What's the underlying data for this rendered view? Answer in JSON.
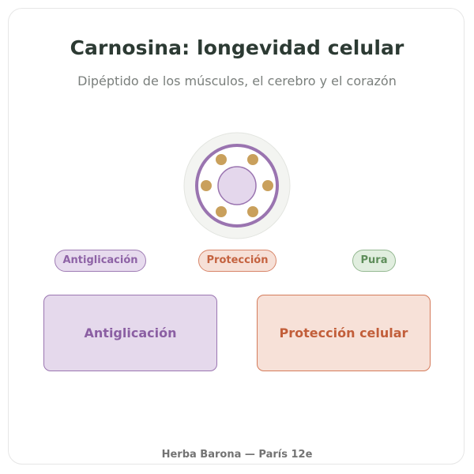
{
  "header": {
    "title": "Carnosina: longevidad celular",
    "subtitle": "Dipéptido de los músculos, el cerebro y el corazón"
  },
  "emblem": {
    "icon": "molecule-ring-icon",
    "colors": {
      "outer_halo": "#f3f4f1",
      "ring": "#9a74b0",
      "core": "#e4d7ec",
      "dots": "#c9a05c"
    }
  },
  "tags": [
    {
      "label": "Antiglicación",
      "color": "#8e63a6"
    },
    {
      "label": "Protección",
      "color": "#c4623f"
    },
    {
      "label": "Pura",
      "color": "#5e8d5a"
    }
  ],
  "boxes": [
    {
      "label": "Antiglicación",
      "color": "#8b5fa3"
    },
    {
      "label": "Protección celular",
      "color": "#c25e3a"
    }
  ],
  "footer": {
    "text": "Herba Barona — París 12e"
  }
}
